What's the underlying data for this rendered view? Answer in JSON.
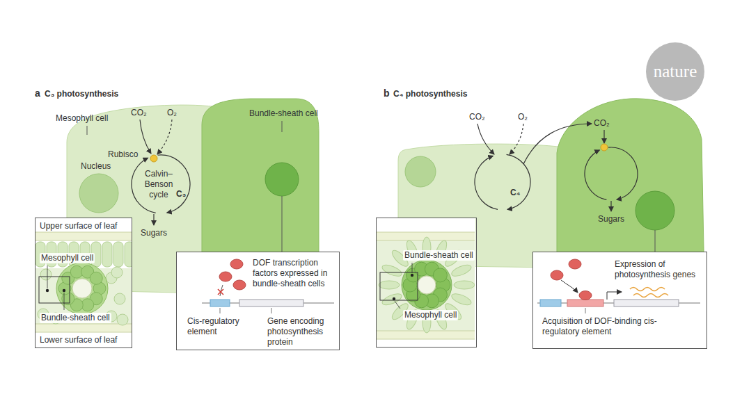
{
  "diagram": {
    "nodes": [
      {
        "text": [
          "Calvin–Benson cycle"
        ]
      },
      {
        "text": [
          "Upper surface of leaf",
          "Mesophyll cell",
          "Bundle-sheath cell",
          "Lower surface of leaf"
        ]
      },
      {
        "text": [
          "DOF transcription factors expressed in bundle-sheath cells",
          "Cis-regulatory element",
          "Gene encoding photosynthesis protein"
        ]
      },
      {
        "text": [
          "Bundle-sheath cell",
          "Mesophyll cell"
        ]
      },
      {
        "text": [
          "Expression of photosynthesis genes",
          "Acquisition of DOF-binding cis-regulatory element"
        ]
      }
    ],
    "labels": [
      "a",
      "C₃ photosynthesis",
      "Mesophyll cell",
      "Bundle-sheath cell",
      "CO₂",
      "O₂",
      "Rubisco",
      "Nucleus",
      "C₃",
      "Sugars",
      "b",
      "C₄ photosynthesis",
      "CO₂",
      "O₂",
      "CO₂",
      "C₄",
      "Sugars",
      "nature"
    ]
  }
}
